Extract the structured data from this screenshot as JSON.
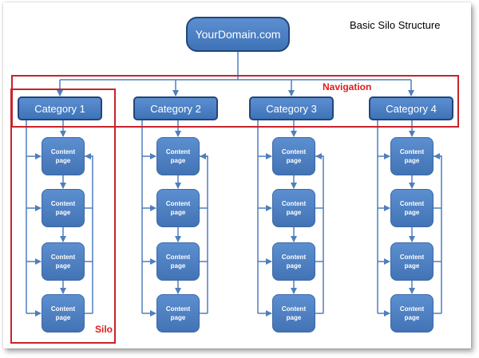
{
  "title": "Basic Silo Structure",
  "root": {
    "label": "YourDomain.com"
  },
  "labels": {
    "navigation": "Navigation",
    "silo": "Silo"
  },
  "categories": [
    {
      "label": "Category 1",
      "pages": [
        {
          "label": "Content page"
        },
        {
          "label": "Content page"
        },
        {
          "label": "Content page"
        },
        {
          "label": "Content page"
        }
      ]
    },
    {
      "label": "Category 2",
      "pages": [
        {
          "label": "Content page"
        },
        {
          "label": "Content page"
        },
        {
          "label": "Content page"
        },
        {
          "label": "Content page"
        }
      ]
    },
    {
      "label": "Category 3",
      "pages": [
        {
          "label": "Content page"
        },
        {
          "label": "Content page"
        },
        {
          "label": "Content page"
        },
        {
          "label": "Content page"
        }
      ]
    },
    {
      "label": "Category 4",
      "pages": [
        {
          "label": "Content page"
        },
        {
          "label": "Content page"
        },
        {
          "label": "Content page"
        },
        {
          "label": "Content page"
        }
      ]
    }
  ],
  "colors": {
    "node_fill": "#4a7fc3",
    "node_border": "#22467a",
    "connector": "#4f7fbd",
    "highlight": "#c7232a",
    "highlight_text": "#e01b1b"
  }
}
